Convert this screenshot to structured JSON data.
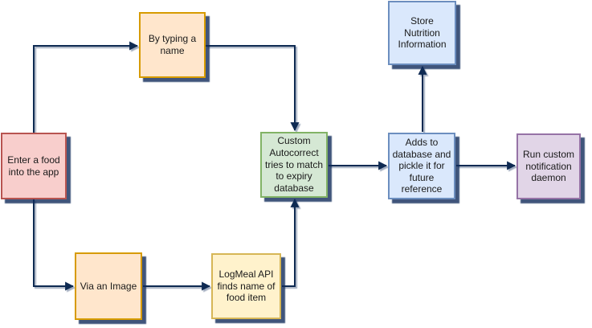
{
  "diagram": {
    "connector_color": "#0e2a52",
    "nodes": [
      {
        "id": "enter-food",
        "label": "Enter a food into the app",
        "fill": "#f8cecc",
        "stroke": "#b85450"
      },
      {
        "id": "typing-name",
        "label": "By typing a name",
        "fill": "#ffe6cc",
        "stroke": "#d79b00"
      },
      {
        "id": "via-image",
        "label": "Via an Image",
        "fill": "#ffe6cc",
        "stroke": "#d79b00"
      },
      {
        "id": "logmeal-api",
        "label": "LogMeal API finds name of food item",
        "fill": "#fff2cc",
        "stroke": "#d6b656"
      },
      {
        "id": "custom-autocorrect",
        "label": "Custom Autocorrect tries to match to expiry database",
        "fill": "#d5e8d4",
        "stroke": "#82b366"
      },
      {
        "id": "adds-database",
        "label": "Adds to database and pickle it for future reference",
        "fill": "#dae8fc",
        "stroke": "#6c8ebf"
      },
      {
        "id": "store-nutrition",
        "label": "Store Nutrition Information",
        "fill": "#dae8fc",
        "stroke": "#6c8ebf"
      },
      {
        "id": "run-daemon",
        "label": "Run custom notification daemon",
        "fill": "#e1d5e7",
        "stroke": "#9673a6"
      }
    ],
    "edges": [
      {
        "from": "enter-food",
        "to": "typing-name"
      },
      {
        "from": "enter-food",
        "to": "via-image"
      },
      {
        "from": "typing-name",
        "to": "custom-autocorrect"
      },
      {
        "from": "via-image",
        "to": "logmeal-api"
      },
      {
        "from": "logmeal-api",
        "to": "custom-autocorrect"
      },
      {
        "from": "custom-autocorrect",
        "to": "adds-database"
      },
      {
        "from": "adds-database",
        "to": "store-nutrition"
      },
      {
        "from": "adds-database",
        "to": "run-daemon"
      }
    ]
  }
}
